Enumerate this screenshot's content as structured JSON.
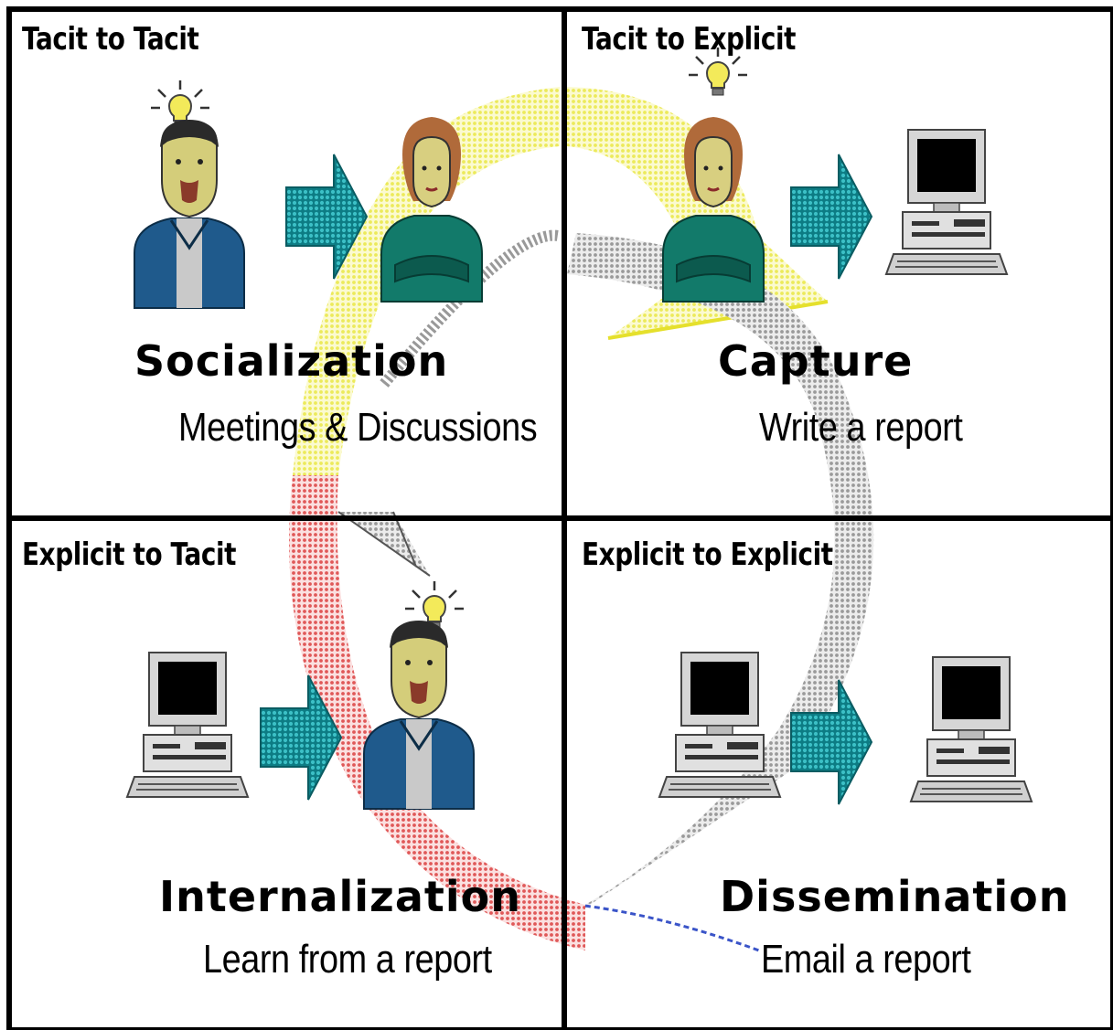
{
  "quadrants": [
    {
      "id": "q1",
      "title": "Tacit to Tacit",
      "mode": "Socialization",
      "example": "Meetings & Discussions"
    },
    {
      "id": "q2",
      "title": "Tacit to Explicit",
      "mode": "Capture",
      "example": "Write a report"
    },
    {
      "id": "q3",
      "title": "Explicit to Tacit",
      "mode": "Internalization",
      "example": "Learn from a report"
    },
    {
      "id": "q4",
      "title": "Explicit to Explicit",
      "mode": "Dissemination",
      "example": "Email a report"
    }
  ],
  "colors": {
    "frame": "#000000",
    "arrow_teal": "#1a9aa0",
    "cycle_yellow": "#f2ee6a",
    "cycle_gray": "#b8b8b8",
    "cycle_red": "#e46060",
    "person_jacket_man": "#1f5a8c",
    "person_jacket_woman": "#127a6a"
  },
  "icons": [
    "lightbulb-icon",
    "man-icon",
    "woman-icon",
    "computer-icon",
    "arrow-right-icon"
  ]
}
